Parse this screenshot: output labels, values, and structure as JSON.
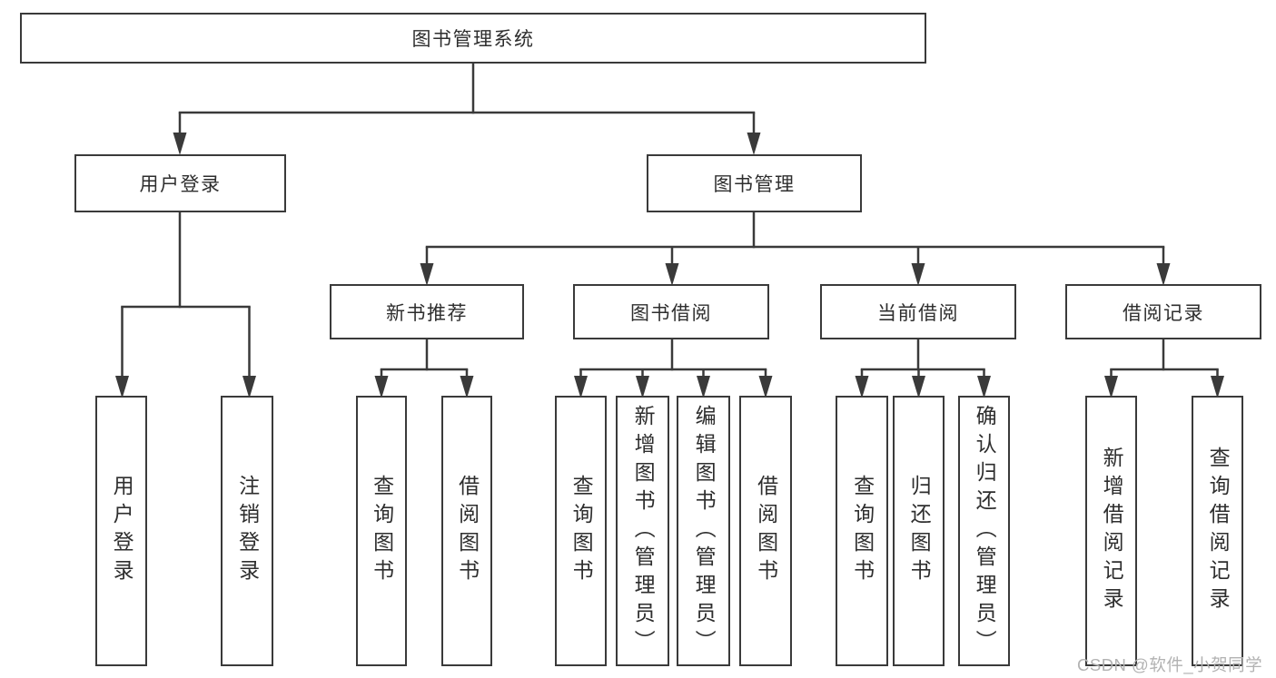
{
  "diagram": {
    "root_label": "图书管理系统",
    "branches": [
      {
        "label": "用户登录",
        "children": [
          {
            "label": "用户登录"
          },
          {
            "label": "注销登录"
          }
        ]
      },
      {
        "label": "图书管理",
        "sections": [
          {
            "label": "新书推荐",
            "children": [
              {
                "label": "查询图书"
              },
              {
                "label": "借阅图书"
              }
            ]
          },
          {
            "label": "图书借阅",
            "children": [
              {
                "label": "查询图书"
              },
              {
                "label": "新增图书（管理员）"
              },
              {
                "label": "编辑图书（管理员）"
              },
              {
                "label": "借阅图书"
              }
            ]
          },
          {
            "label": "当前借阅",
            "children": [
              {
                "label": "查询图书"
              },
              {
                "label": "归还图书"
              },
              {
                "label": "确认归还（管理员）"
              }
            ]
          },
          {
            "label": "借阅记录",
            "children": [
              {
                "label": "新增借阅记录"
              },
              {
                "label": "查询借阅记录"
              }
            ]
          }
        ]
      }
    ]
  },
  "watermark": {
    "text": "CSDN @软件_小贺同学"
  },
  "colors": {
    "line": "#3a3a3a",
    "box_border": "#3a3a3a",
    "text": "#2e2e2e",
    "watermark": "#b2b2b2",
    "background": "#ffffff"
  }
}
